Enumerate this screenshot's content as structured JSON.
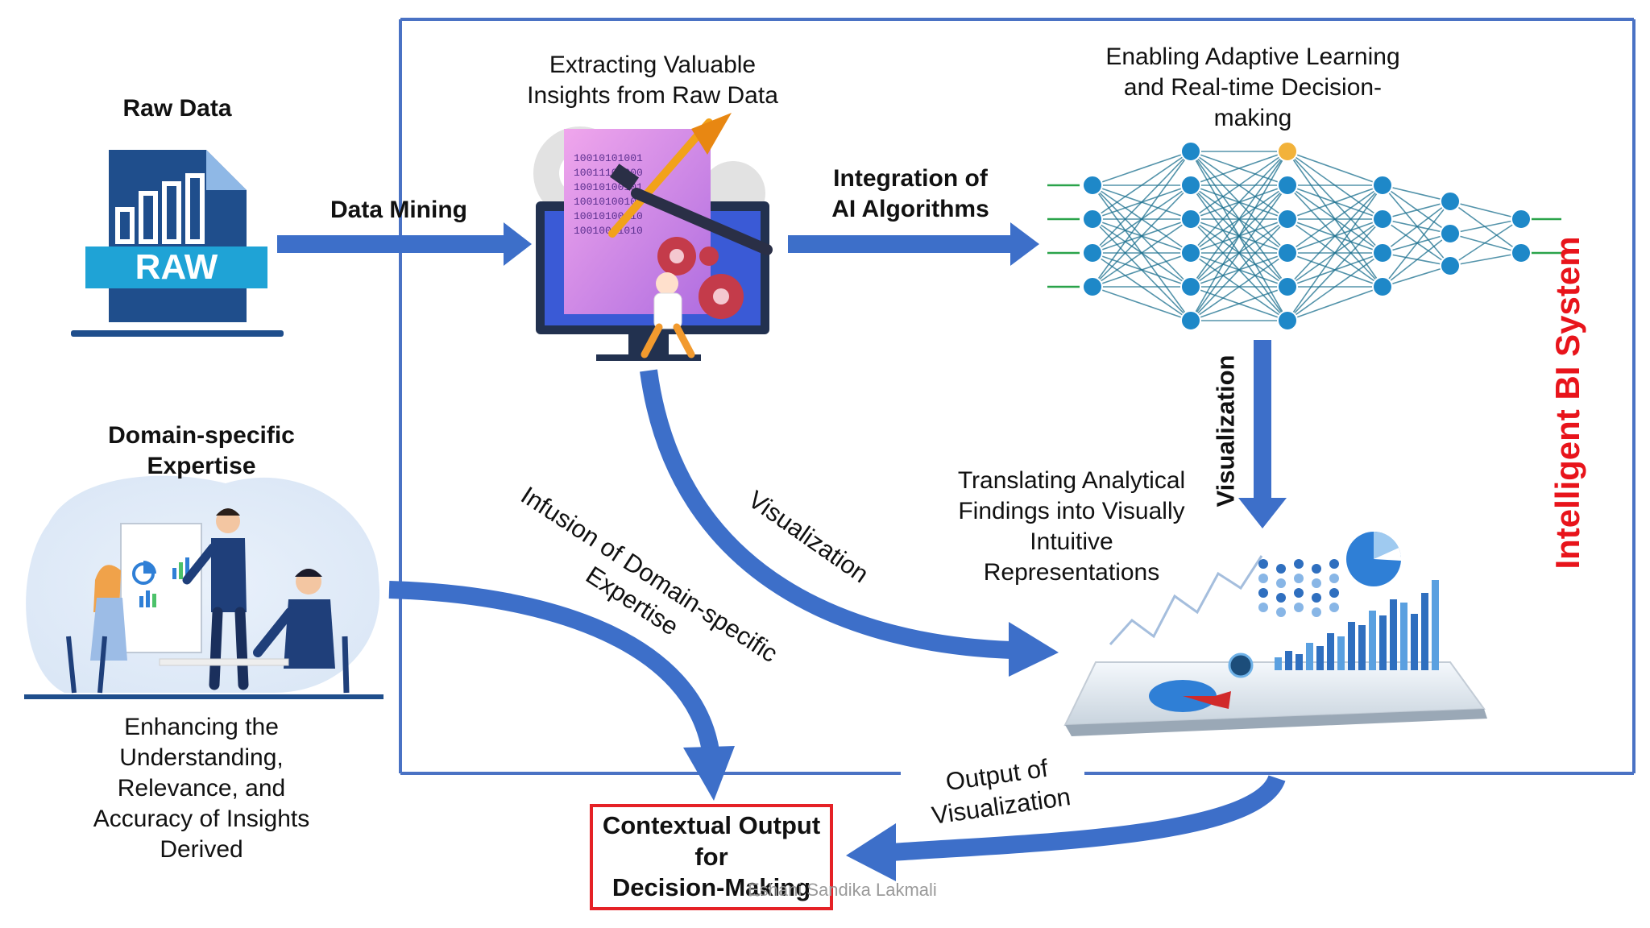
{
  "labels": {
    "raw_data": "Raw Data",
    "raw_badge": "RAW",
    "data_mining": "Data Mining",
    "extracting": [
      "Extracting Valuable",
      "Insights from Raw Data"
    ],
    "integration": [
      "Integration of",
      "AI Algorithms"
    ],
    "enabling": [
      "Enabling Adaptive Learning",
      "and Real-time Decision-",
      "making"
    ],
    "visualization_vertical": "Visualization",
    "visualization_diag": "Visualization",
    "translating": [
      "Translating Analytical",
      "Findings into Visually",
      "Intuitive",
      "Representations"
    ],
    "domain_title": [
      "Domain-specific",
      "Expertise"
    ],
    "enhancing": [
      "Enhancing the",
      "Understanding,",
      "Relevance, and",
      "Accuracy of Insights",
      "Derived"
    ],
    "infusion": [
      "Infusion of Domain-specific",
      "Expertise"
    ],
    "output_viz": [
      "Output of",
      "Visualization"
    ],
    "contextual": [
      "Contextual Output",
      "for",
      "Decision-Making"
    ],
    "system_title": "Intelligent BI System",
    "watermark": "Eshani Sandika Lakmali"
  },
  "binary_rows": [
    "10010101001",
    "10011101000",
    "10010100101",
    "10010100100",
    "10010100110",
    "10010011010"
  ],
  "icons": [
    "raw-file-icon",
    "data-mining-illustration",
    "neural-network-illustration",
    "dashboard-tablet-illustration",
    "business-meeting-illustration"
  ],
  "colors": {
    "arrow": "#3d6fc9",
    "frame": "#4a72c4",
    "title_red": "#e8141b",
    "box_red": "#e52126",
    "raw_navy": "#1f4e8c",
    "raw_cyan": "#1fa3d6",
    "net_node": "#1e88c8",
    "net_line": "#1a6f8e"
  }
}
